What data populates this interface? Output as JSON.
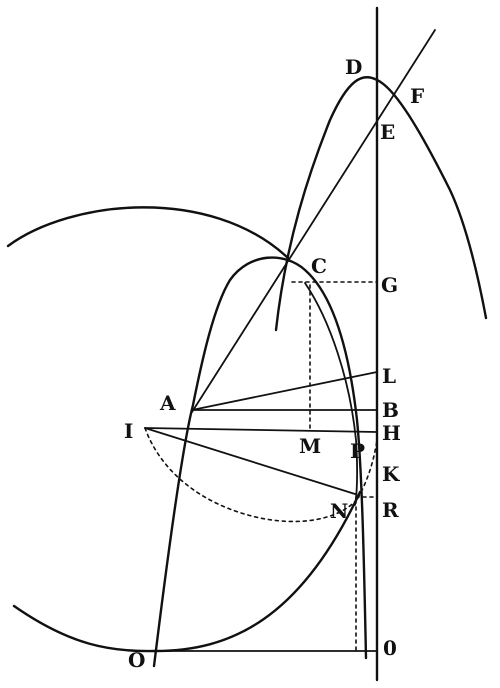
{
  "figure": {
    "labels": {
      "D": "D",
      "F": "F",
      "E": "E",
      "C": "C",
      "G": "G",
      "L": "L",
      "A": "A",
      "B": "B",
      "I": "I",
      "M": "M",
      "H": "H",
      "P": "P",
      "K": "K",
      "N": "N",
      "R": "R",
      "O_left": "O",
      "O_right": "0"
    }
  }
}
